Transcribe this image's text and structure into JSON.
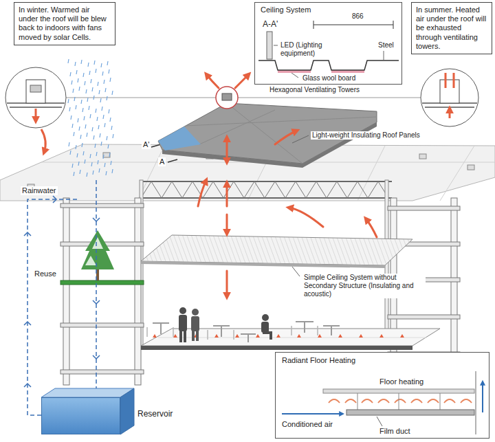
{
  "diagram": {
    "nodes": [
      {
        "text": [
          "In winter. Warmed air under the roof will be blew back to indoors with fans moved by solar Cells."
        ]
      },
      {
        "text": [
          "Ceiling System",
          "866",
          "A-A'",
          "LED (Lighting equipment)",
          "Steel",
          "Glass wool board"
        ]
      },
      {
        "text": [
          "In summer. Heated air under the roof will be exhausted through ventilating towers."
        ]
      },
      {
        "text": [
          "Reservoir"
        ]
      },
      {
        "text": [
          "Radiant Floor Heating",
          "Floor heating",
          "Conditioned air",
          "Film duct"
        ]
      }
    ],
    "labels": [
      "Hexagonal Ventilating Towers",
      "A'",
      "A",
      "Light-weight Insulating Roof Panels",
      "Rainwater",
      "Reuse",
      "Simple Ceiling System without Secondary Structure (Insulating and acoustic)"
    ]
  }
}
